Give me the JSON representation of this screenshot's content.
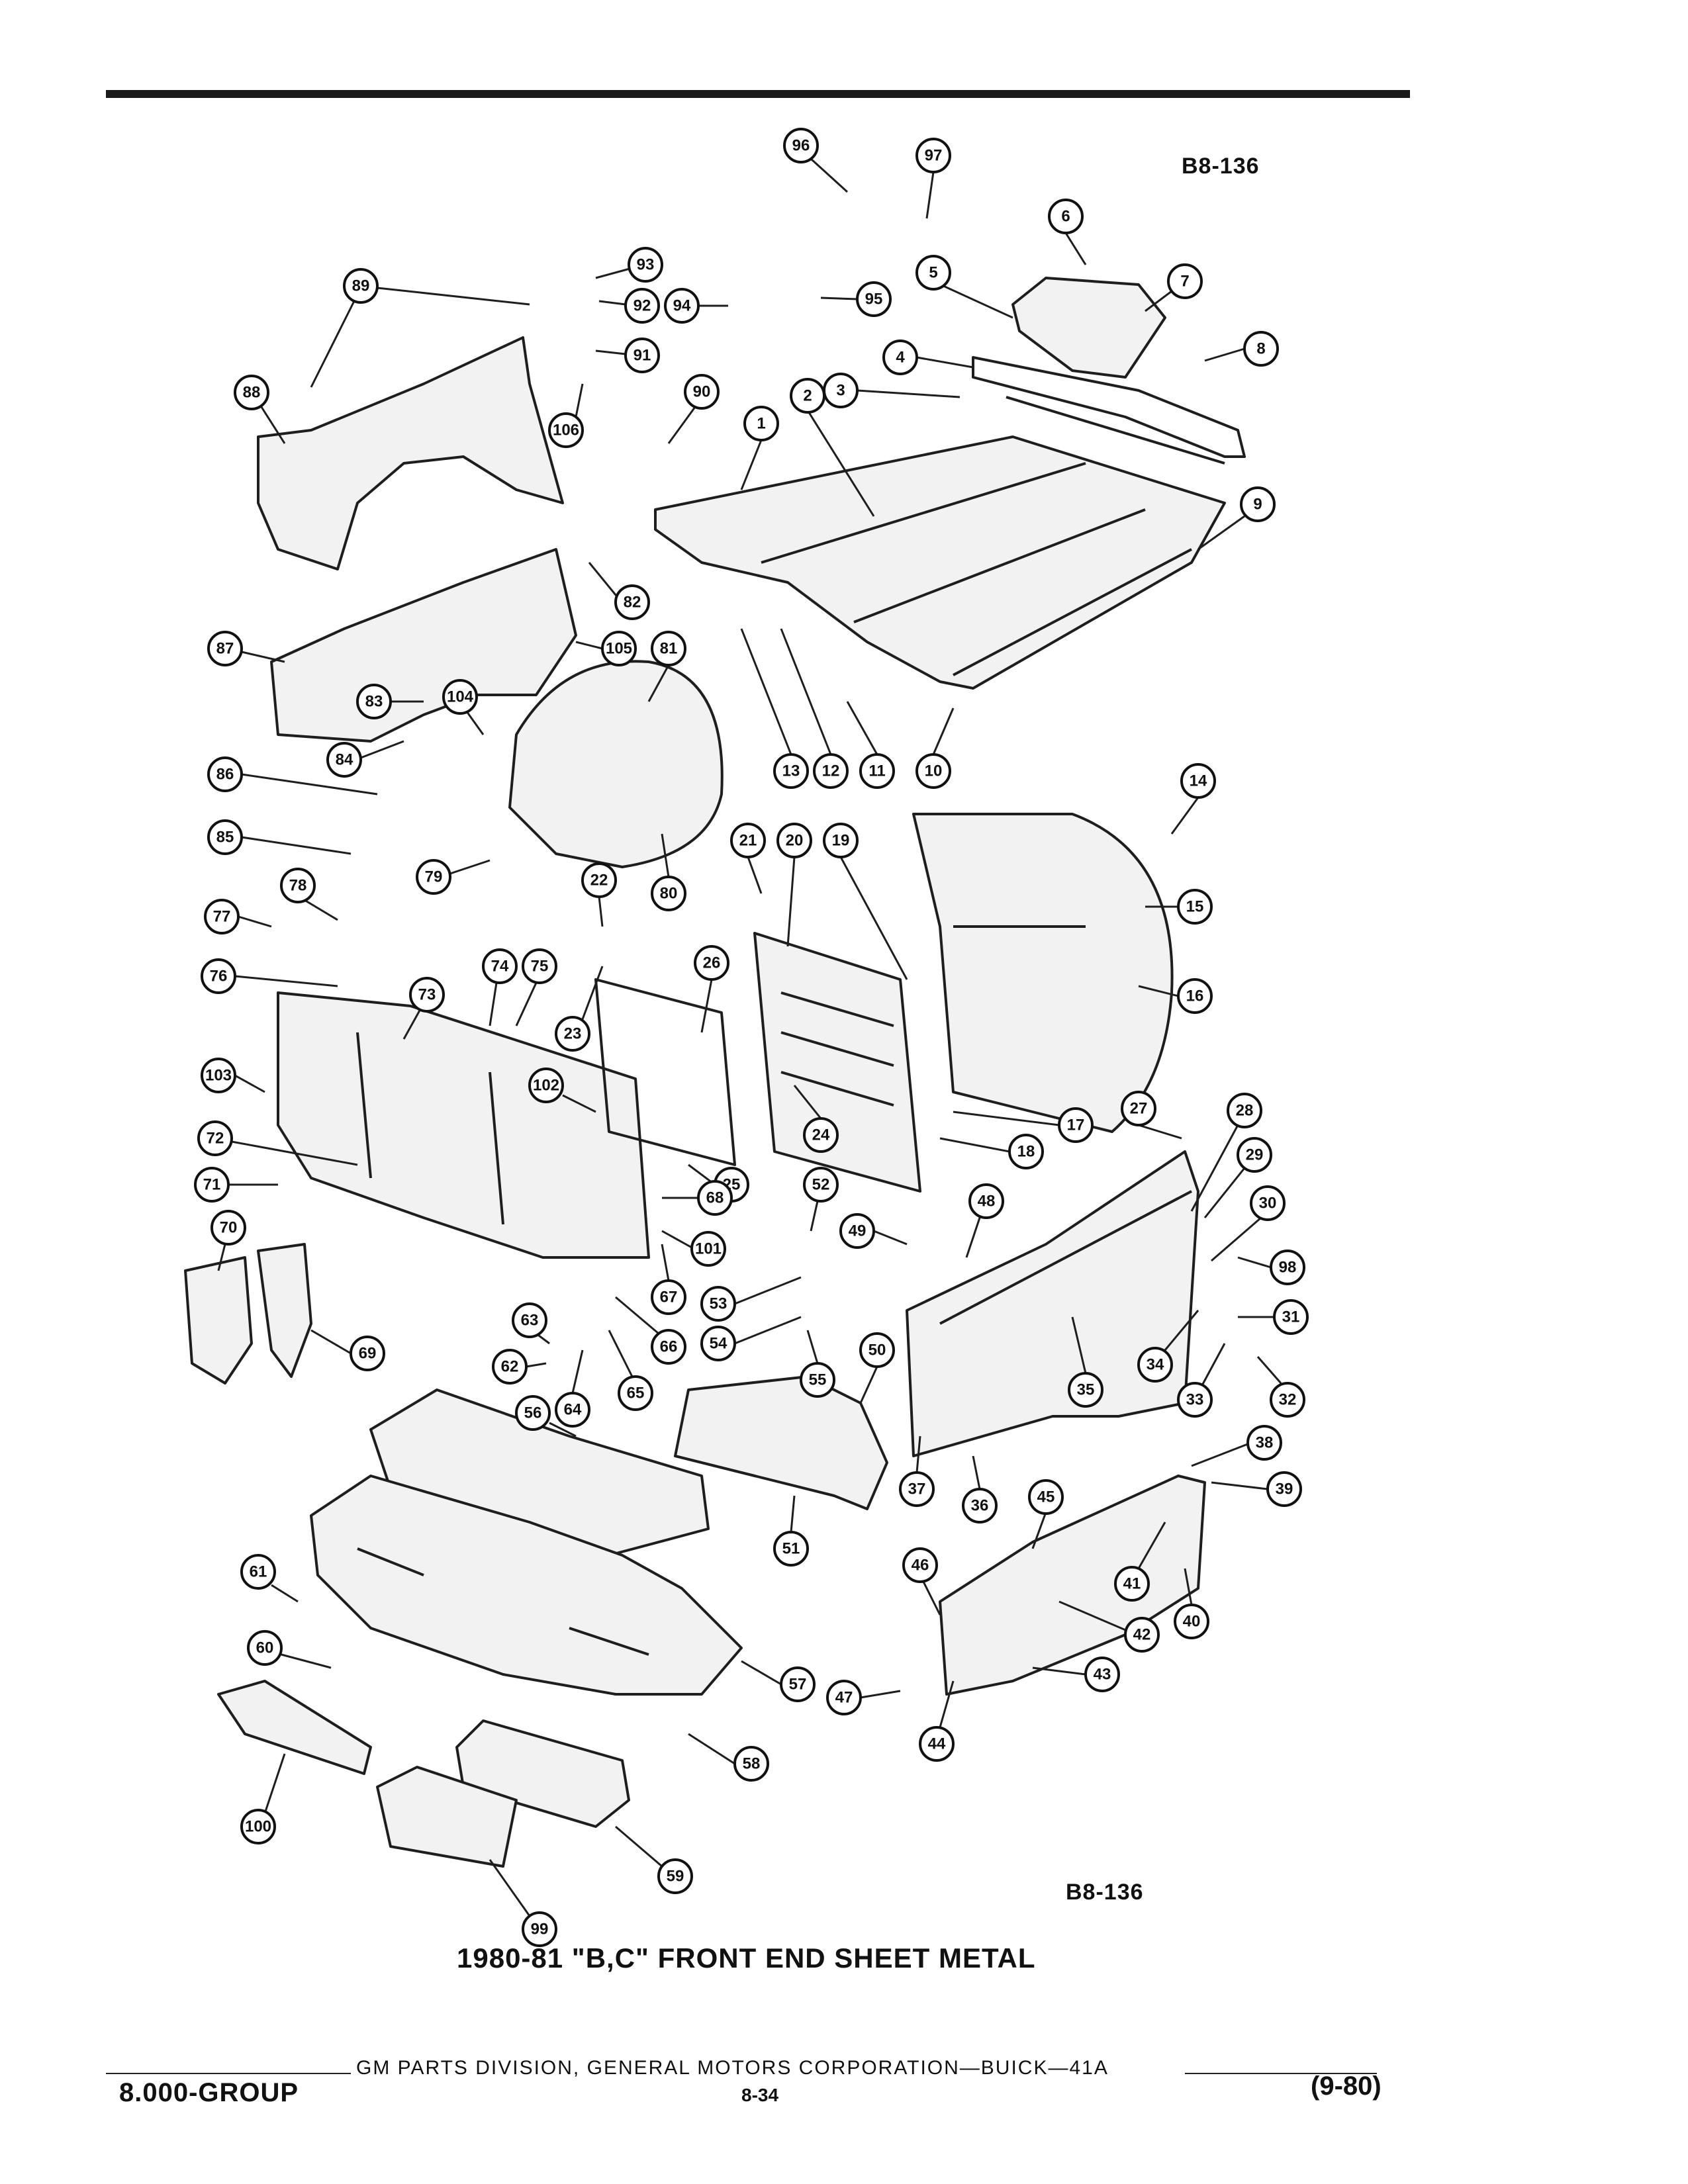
{
  "diagram": {
    "ref_code_top": "B8-136",
    "ref_code_bottom": "B8-136",
    "caption": "1980-81 \"B,C\" FRONT END SHEET METAL",
    "callouts": [
      "1",
      "2",
      "3",
      "4",
      "5",
      "6",
      "7",
      "8",
      "9",
      "10",
      "11",
      "12",
      "13",
      "14",
      "15",
      "16",
      "17",
      "18",
      "19",
      "20",
      "21",
      "22",
      "23",
      "24",
      "25",
      "26",
      "27",
      "28",
      "29",
      "30",
      "31",
      "32",
      "33",
      "34",
      "35",
      "36",
      "37",
      "38",
      "39",
      "40",
      "41",
      "42",
      "43",
      "44",
      "45",
      "46",
      "47",
      "48",
      "49",
      "50",
      "51",
      "52",
      "53",
      "54",
      "55",
      "56",
      "57",
      "58",
      "59",
      "60",
      "61",
      "62",
      "63",
      "64",
      "65",
      "66",
      "67",
      "68",
      "69",
      "70",
      "71",
      "72",
      "73",
      "74",
      "75",
      "76",
      "77",
      "78",
      "79",
      "80",
      "81",
      "82",
      "83",
      "84",
      "85",
      "86",
      "87",
      "88",
      "89",
      "90",
      "91",
      "92",
      "93",
      "94",
      "95",
      "96",
      "97",
      "98",
      "99",
      "100",
      "101",
      "102",
      "103",
      "104",
      "105",
      "106"
    ]
  },
  "footer": {
    "source": "GM PARTS DIVISION, GENERAL MOTORS CORPORATION—BUICK—41A",
    "group": "8.000-GROUP",
    "page": "8-34",
    "date": "(9-80)"
  }
}
